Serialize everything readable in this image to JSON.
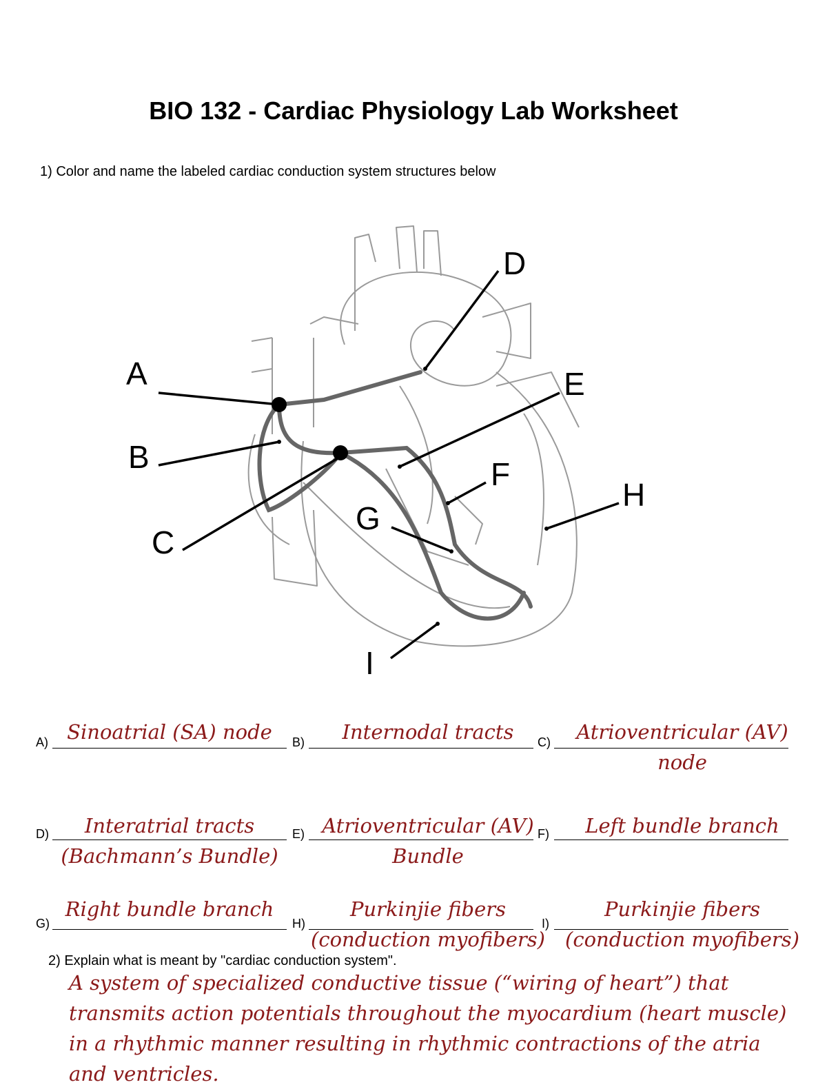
{
  "worksheet": {
    "title": "BIO 132 - Cardiac Physiology Lab Worksheet",
    "instruction": "1) Color and name the labeled cardiac conduction system structures below",
    "question2": "2)  Explain what is meant by \"cardiac conduction system\".",
    "explanation": "A system of specialized conductive tissue (“wiring of heart”) that transmits action potentials throughout the myocardium (heart muscle) in a rhythmic manner resulting in rhythmic contractions of the atria and ventricles."
  },
  "diagram": {
    "labels": [
      "A",
      "B",
      "C",
      "D",
      "E",
      "F",
      "G",
      "H",
      "I"
    ]
  },
  "answers": [
    {
      "prefix": "A)",
      "line1": "Sinoatrial (SA) node",
      "line2": ""
    },
    {
      "prefix": "B)",
      "line1": "Internodal tracts",
      "line2": ""
    },
    {
      "prefix": "C)",
      "line1": "Atrioventricular (AV)",
      "line2": "node"
    },
    {
      "prefix": "D)",
      "line1": "Interatrial tracts",
      "line2": "(Bachmann’s Bundle)"
    },
    {
      "prefix": "E)",
      "line1": "Atrioventricular (AV)",
      "line2": "Bundle"
    },
    {
      "prefix": "F)",
      "line1": "Left bundle branch",
      "line2": ""
    },
    {
      "prefix": "G)",
      "line1": "Right bundle branch",
      "line2": ""
    },
    {
      "prefix": "H)",
      "line1": "Purkinjie fibers",
      "line2": "(conduction myofibers)"
    },
    {
      "prefix": "I)",
      "line1": "Purkinjie fibers",
      "line2": "(conduction myofibers)"
    }
  ]
}
